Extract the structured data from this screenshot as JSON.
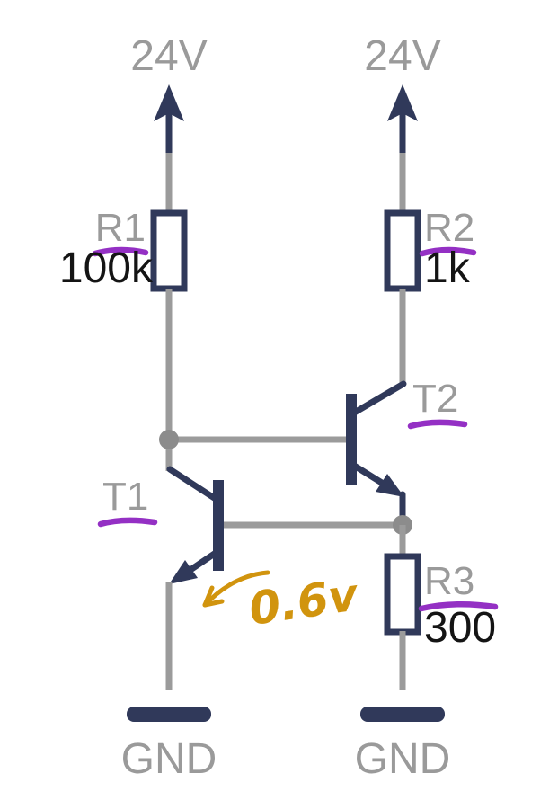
{
  "colors": {
    "symbol_navy": "#30395a",
    "wire_gray": "#9b9b9b",
    "label_gray": "#9a9a9a",
    "value_black": "#141414",
    "junction_dot_gray": "#8c8c8c",
    "underline_purple": "#9430c4",
    "annotation_orange": "#d1940e",
    "background": "#ffffff"
  },
  "schematic": {
    "type": "analog-circuit-diagram",
    "supplies": [
      {
        "id": "vcc-left",
        "label": "24V"
      },
      {
        "id": "vcc-right",
        "label": "24V"
      }
    ],
    "components": [
      {
        "ref": "R1",
        "value": "100k",
        "kind": "resistor",
        "position": "left-rail-top"
      },
      {
        "ref": "R2",
        "value": "1k",
        "kind": "resistor",
        "position": "right-rail-top"
      },
      {
        "ref": "R3",
        "value": "300",
        "kind": "resistor",
        "position": "right-rail-bottom"
      },
      {
        "ref": "T1",
        "kind": "npn-transistor",
        "position": "left-center"
      },
      {
        "ref": "T2",
        "kind": "npn-transistor",
        "position": "right-center"
      }
    ],
    "grounds": [
      {
        "id": "gnd-left",
        "label": "GND"
      },
      {
        "id": "gnd-right",
        "label": "GND"
      }
    ],
    "annotation": {
      "text": "0.6v",
      "style": "handwritten-orange"
    }
  }
}
